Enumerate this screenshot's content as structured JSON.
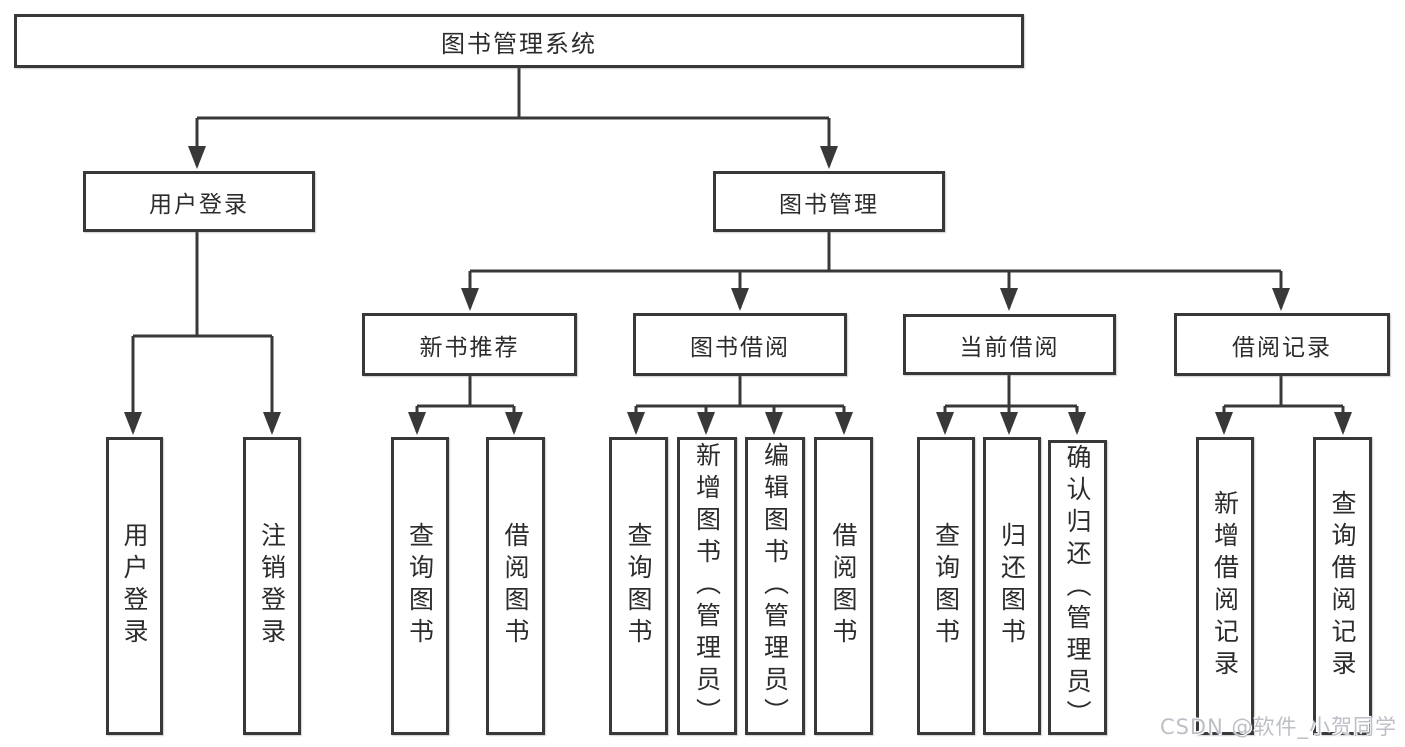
{
  "diagram": {
    "root": {
      "label": "图书管理系统"
    },
    "level2": [
      {
        "label": "用户登录"
      },
      {
        "label": "图书管理"
      }
    ],
    "level3": [
      {
        "label": "新书推荐"
      },
      {
        "label": "图书借阅"
      },
      {
        "label": "当前借阅"
      },
      {
        "label": "借阅记录"
      }
    ],
    "leaves": {
      "login": [
        "用户登录",
        "注销登录"
      ],
      "recommend": [
        "查询图书",
        "借阅图书"
      ],
      "borrow": [
        "查询图书",
        "新增图书（管理员）",
        "编辑图书（管理员）",
        "借阅图书"
      ],
      "current": [
        "查询图书",
        "归还图书",
        "确认归还（管理员）"
      ],
      "records": [
        "新增借阅记录",
        "查询借阅记录"
      ]
    },
    "colors": {
      "line": "#383838",
      "box_border": "#383838",
      "background": "#ffffff",
      "watermark": "#bcbfc6"
    }
  },
  "watermark": {
    "text": "CSDN @软件_小贺同学"
  }
}
